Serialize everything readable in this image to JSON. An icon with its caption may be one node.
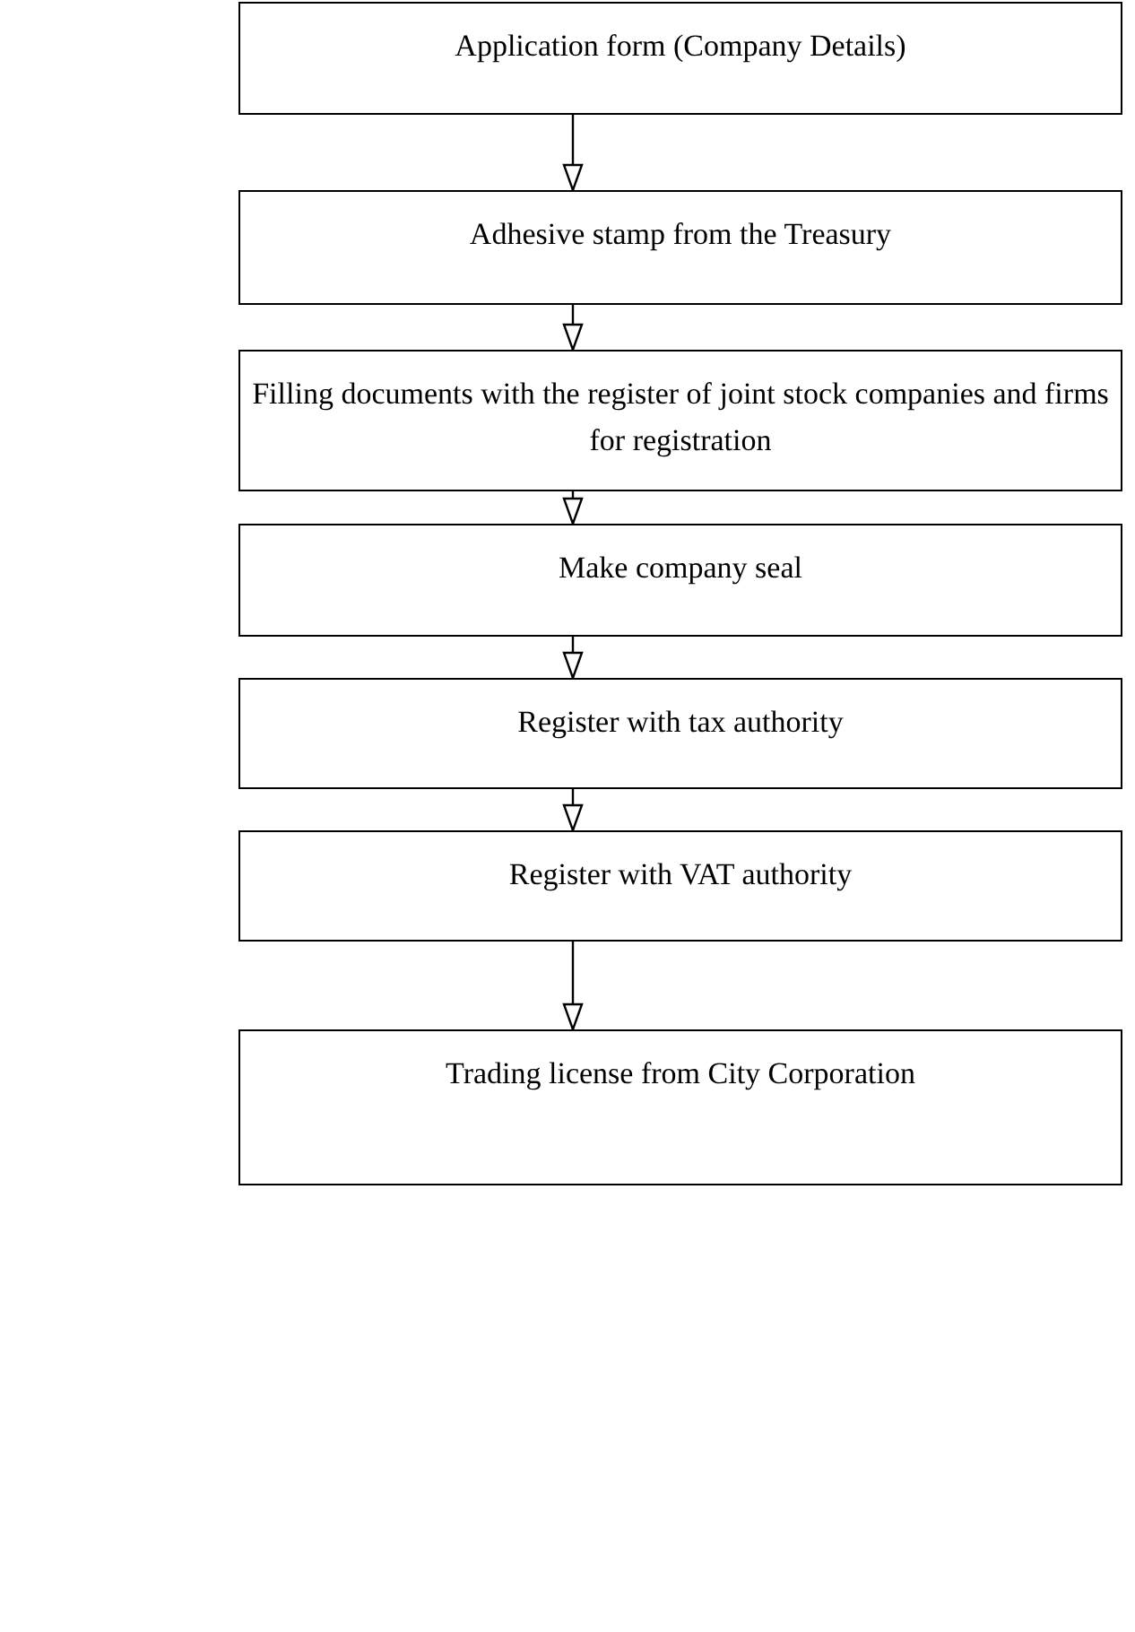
{
  "diagram": {
    "nodes": [
      {
        "text": [
          "Application form (Company Details)"
        ]
      },
      {
        "text": [
          "Adhesive stamp from the Treasury"
        ]
      },
      {
        "text": [
          "Filling documents with the register of joint stock companies and firms for registration"
        ]
      },
      {
        "text": [
          "Make company seal"
        ]
      },
      {
        "text": [
          "Register with tax authority"
        ]
      },
      {
        "text": [
          "Register with VAT authority"
        ]
      },
      {
        "text": [
          "Trading license from City Corporation"
        ]
      }
    ],
    "edges": [
      {
        "from": 0,
        "to": 1,
        "arrow": "to"
      },
      {
        "from": 1,
        "to": 2,
        "arrow": "to"
      },
      {
        "from": 2,
        "to": 3,
        "arrow": "to"
      },
      {
        "from": 3,
        "to": 4,
        "arrow": "to"
      },
      {
        "from": 4,
        "to": 5,
        "arrow": "to"
      },
      {
        "from": 5,
        "to": 6,
        "arrow": "to"
      }
    ]
  }
}
